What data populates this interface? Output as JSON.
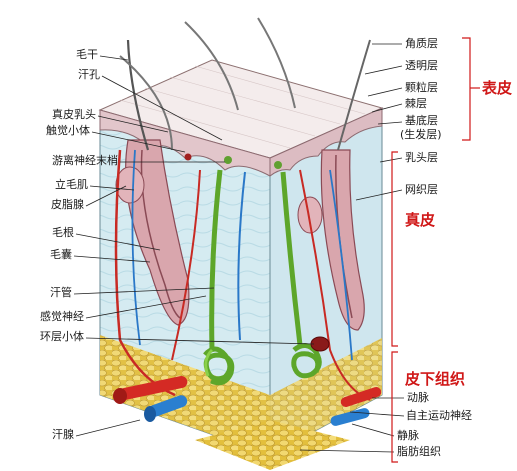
{
  "left_labels": {
    "hair_shaft": "毛干",
    "sweat_pore": "汗孔",
    "dermal_papilla": "真皮乳头",
    "tactile_corpuscle": "触觉小体",
    "free_nerve_ending": "游离神经末梢",
    "arrector_pili": "立毛肌",
    "sebaceous_gland": "皮脂腺",
    "hair_root": "毛根",
    "hair_follicle": "毛囊",
    "sweat_duct": "汗管",
    "sensory_nerve": "感觉神经",
    "lamellar_corpuscle": "环层小体",
    "sweat_gland": "汗腺"
  },
  "right_labels": {
    "stratum_corneum": "角质层",
    "stratum_lucidum": "透明层",
    "stratum_granulosum": "颗粒层",
    "stratum_spinosum": "棘层",
    "stratum_basale": "基底层",
    "germinative_layer": "(生发层)",
    "papillary_layer": "乳头层",
    "reticular_layer": "网织层",
    "artery": "动脉",
    "autonomic_nerve": "自主运动神经",
    "vein": "静脉",
    "adipose_tissue": "脂肪组织"
  },
  "groups": {
    "epidermis": "表皮",
    "dermis": "真皮",
    "hypodermis": "皮下组织"
  },
  "colors": {
    "label_text": "#1a1a1a",
    "group_text": "#d01818",
    "dermis": "#d6ecf2",
    "epidermis": "#e8d0d4",
    "artery": "#d42a24",
    "vein": "#2a7fd0",
    "nerve": "#7cc43c",
    "fat": "#e8c84a"
  }
}
